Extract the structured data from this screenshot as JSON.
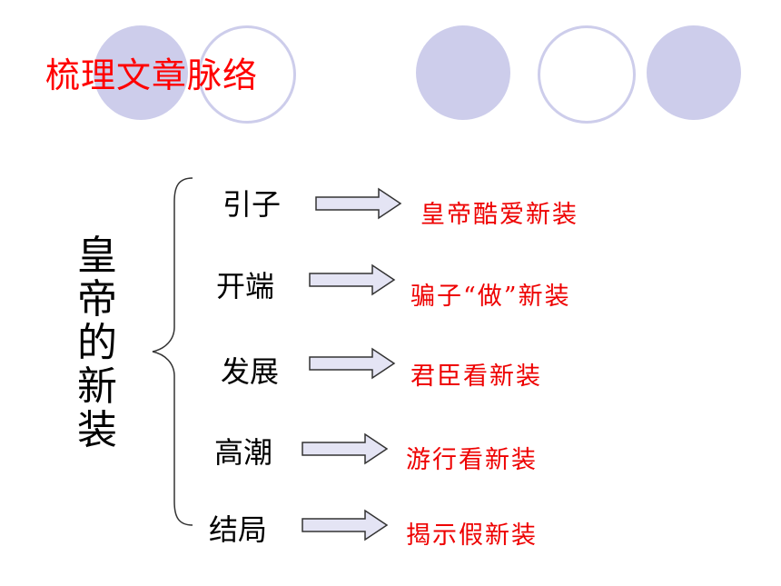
{
  "title": "梳理文章脉络",
  "vertical_title_chars": [
    "皇",
    "帝",
    "的",
    "新",
    "装"
  ],
  "stages": [
    {
      "label": "引子",
      "summary": "皇帝酷爱新装"
    },
    {
      "label": "开端",
      "summary": "骗子“做”新装"
    },
    {
      "label": "发展",
      "summary": "君臣看新装"
    },
    {
      "label": "高潮",
      "summary": "游行看新装"
    },
    {
      "label": "结局",
      "summary": "揭示假新装"
    }
  ],
  "colors": {
    "title": "#ff0000",
    "summary": "#ee0000",
    "circle_fill": "#cdcdeb",
    "arrow_fill": "#e4e4f4",
    "arrow_stroke": "#333333"
  }
}
